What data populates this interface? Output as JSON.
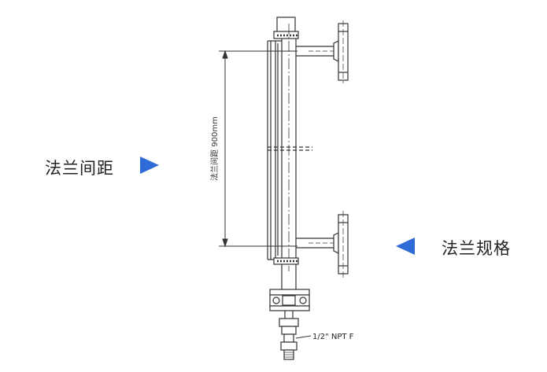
{
  "callouts": {
    "left_label": "法兰间距",
    "right_label": "法兰规格",
    "accent_color": "#2e6bd6"
  },
  "drawing": {
    "dimension_text": "法兰间距 900mm",
    "thread_note": "1/2\" NPT F",
    "line_color": "#333333"
  }
}
